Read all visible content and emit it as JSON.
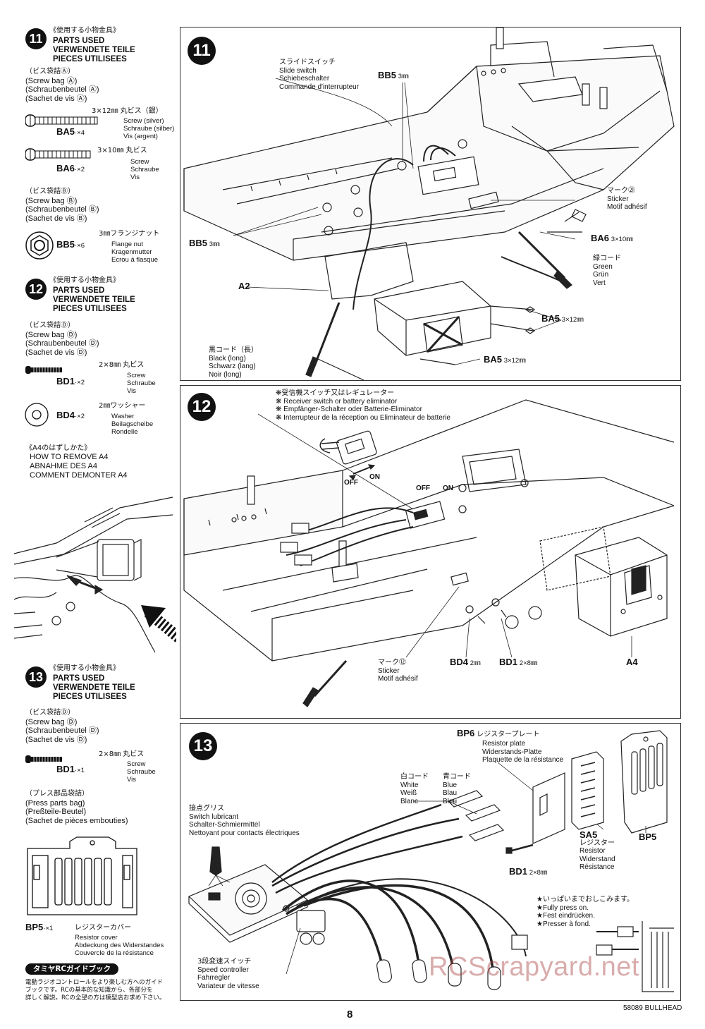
{
  "left": {
    "step11": {
      "num": "11",
      "title_ja": "《使用する小物金具》",
      "title_lines": [
        "PARTS USED",
        "VERWENDETE TEILE",
        "PIECES UTILISEES"
      ],
      "bagA": [
        "（ビス袋詰Ⓐ）",
        "(Screw bag Ⓐ)",
        "(Schraubenbeutel Ⓐ)",
        "(Sachet de vis Ⓐ)"
      ],
      "ba5": {
        "code": "BA5",
        "qty": "·×4",
        "size": "3×12㎜ 丸ビス（銀）",
        "desc": [
          "Screw (silver)",
          "Schraube (silber)",
          "Vis (argent)"
        ]
      },
      "ba6": {
        "code": "BA6",
        "qty": "·×2",
        "size": "3×10㎜ 丸ビス",
        "desc": [
          "Screw",
          "Schraube",
          "Vis"
        ]
      },
      "bagB": [
        "（ビス袋詰Ⓑ）",
        "(Screw bag Ⓑ)",
        "(Schraubenbeutel Ⓑ)",
        "(Sachet de vis Ⓑ)"
      ],
      "bb5": {
        "code": "BB5",
        "qty": "·×6",
        "size": "3㎜フランジナット",
        "desc": [
          "Flange nut",
          "Kragenmutter",
          "Ecrou à flasque"
        ]
      }
    },
    "step12": {
      "num": "12",
      "title_ja": "《使用する小物金具》",
      "title_lines": [
        "PARTS USED",
        "VERWENDETE TEILE",
        "PIECES UTILISEES"
      ],
      "bagD": [
        "（ビス袋詰Ⓓ）",
        "(Screw bag Ⓓ)",
        "(Schraubenbeutel Ⓓ)",
        "(Sachet de vis Ⓓ)"
      ],
      "bd1": {
        "code": "BD1",
        "qty": "·×2",
        "size": "2×8㎜ 丸ビス",
        "desc": [
          "Screw",
          "Schraube",
          "Vis"
        ]
      },
      "bd4": {
        "code": "BD4",
        "qty": "·×2",
        "size": "2㎜ワッシャー",
        "desc": [
          "Washer",
          "Beilagscheibe",
          "Rondelle"
        ]
      },
      "a4": [
        "《A4のはずしかた》",
        "HOW TO REMOVE A4",
        "ABNAHME DES A4",
        "COMMENT DEMONTER A4"
      ]
    },
    "step13": {
      "num": "13",
      "title_ja": "《使用する小物金具》",
      "title_lines": [
        "PARTS USED",
        "VERWENDETE TEILE",
        "PIECES UTILISEES"
      ],
      "bagD": [
        "（ビス袋詰Ⓓ）",
        "(Screw bag Ⓓ)",
        "(Schraubenbeutel Ⓓ)",
        "(Sachet de vis Ⓓ)"
      ],
      "bd1": {
        "code": "BD1",
        "qty": "·×1",
        "size": "2×8㎜ 丸ビス",
        "desc": [
          "Screw",
          "Schraube",
          "Vis"
        ]
      },
      "press": [
        "（プレス部品袋詰）",
        "(Press parts bag)",
        "(Preßteile-Beutel)",
        "(Sachet de pièces embouties)"
      ],
      "bp5": {
        "code": "BP5",
        "qty": "·×1",
        "name_ja": "レジスターカバー",
        "desc": [
          "Resistor cover",
          "Abdeckung des Widerstandes",
          "Couvercle de la résistance"
        ]
      },
      "guide_badge": "タミヤRCガイドブック",
      "guide_text": [
        "電動ラジオコントロールをより楽しむ方へのガイド",
        "ブックです。RCの基本的な知識から、各部分を",
        "詳しく解説。RCの全望の方は模型店お求め下さい。"
      ]
    }
  },
  "panel11": {
    "num": "11",
    "slide_switch": [
      "スライドスイッチ",
      "Slide switch",
      "Schiebeschalter",
      "Commande d'interrupteur"
    ],
    "bb5_top": {
      "code": "BB5",
      "size": "3㎜"
    },
    "bb5_left": {
      "code": "BB5",
      "size": "3㎜"
    },
    "mark21": [
      "マーク㉑",
      "Sticker",
      "Motif adhésif"
    ],
    "ba6": {
      "code": "BA6",
      "size": "3×10㎜"
    },
    "green": [
      "緑コード",
      "Green",
      "Grün",
      "Vert"
    ],
    "a2": "A2",
    "ba5_a": {
      "code": "BA5",
      "size": "3×12㎜"
    },
    "ba5_b": {
      "code": "BA5",
      "size": "3×12㎜"
    },
    "black": [
      "黒コード（長）",
      "Black (long)",
      "Schwarz (lang)",
      "Noir (long)"
    ]
  },
  "panel12": {
    "num": "12",
    "notes": [
      "❋受信機スイッチ又はレギュレーター",
      "❋ Receiver switch or battery eliminator",
      "❋ Empfänger-Schalter oder Batterie-Eliminator",
      "❋ Interrupteur de la réception ou Eliminateur de batterie"
    ],
    "off1": "OFF",
    "on1": "ON",
    "off2": "OFF",
    "on2": "ON",
    "mark12": [
      "マーク⑫",
      "Sticker",
      "Motif adhésif"
    ],
    "bd4": {
      "code": "BD4",
      "size": "2㎜"
    },
    "bd1": {
      "code": "BD1",
      "size": "2×8㎜"
    },
    "a4": "A4"
  },
  "panel13": {
    "num": "13",
    "bp6": {
      "code": "BP6",
      "name_ja": "レジスタープレート",
      "desc": [
        "Resistor plate",
        "Widerstands-Platte",
        "Plaquette de la résistance"
      ]
    },
    "white": [
      "白コード",
      "White",
      "Weiß",
      "Blanc"
    ],
    "blue": [
      "青コード",
      "Blue",
      "Blau",
      "Bleu"
    ],
    "lubricant": [
      "接点グリス",
      "Switch lubricant",
      "Schalter-Schmiermittel",
      "Nettoyant pour contacts électriques"
    ],
    "sa5": {
      "code": "SA5",
      "name_ja": "レジスター",
      "desc": [
        "Resistor",
        "Widerstand",
        "Résistance"
      ]
    },
    "bp5": "BP5",
    "bd1": {
      "code": "BD1",
      "size": "2×8㎜"
    },
    "press_note": [
      "★いっぱいまでおしこみます。",
      "★Fully press on.",
      "★Fest eindrücken.",
      "★Presser à fond."
    ],
    "speed": [
      "3段変速スイッチ",
      "Speed controller",
      "Fahrregler",
      "Variateur de vitesse"
    ]
  },
  "footer": {
    "page": "8",
    "model": "58089 BULLHEAD",
    "watermark": "RCScrapyard.net"
  }
}
